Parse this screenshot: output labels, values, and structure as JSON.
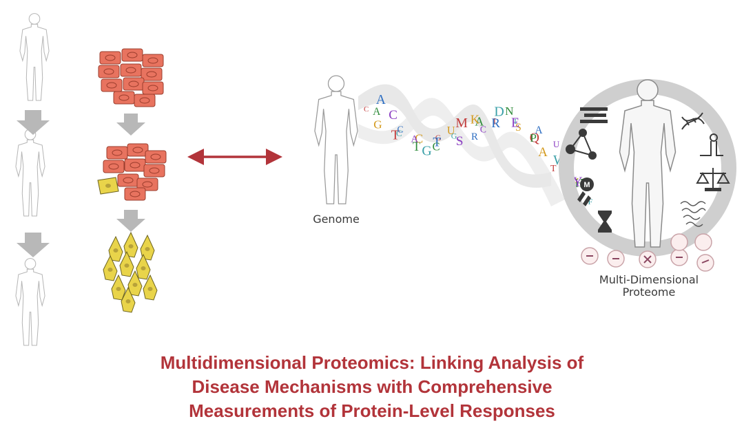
{
  "labels": {
    "genome": "Genome",
    "proteome_line1": "Multi-Dimensional",
    "proteome_line2": "Proteome"
  },
  "title": {
    "line1": "Multidimensional Proteomics: Linking Analysis of",
    "line2": "Disease Mechanisms with Comprehensive",
    "line3": "Measurements of Protein-Level Responses"
  },
  "dna_letters": [
    "C",
    "A",
    "A",
    "G",
    "C",
    "C",
    "T",
    "C",
    "T",
    "C",
    "A",
    "G",
    "G",
    "T",
    "C",
    "U",
    "S",
    "G",
    "M",
    "R",
    "A",
    "K",
    "C",
    "D",
    "I",
    "R",
    "N",
    "S",
    "E",
    "I",
    "Q",
    "A",
    "P",
    "A",
    "U",
    "W",
    "T",
    "L",
    "H",
    "V",
    "Y",
    "F"
  ],
  "colors": {
    "title": "#b2343a",
    "arrow": "#b2343a",
    "ring": "#cfcfcf",
    "cell_red": "#e8735f",
    "cell_yellow": "#e9d44a"
  },
  "icons": [
    "bar-lines-icon",
    "network-icon",
    "m-badge-icon",
    "hourglass-icon",
    "dna-helix-icon",
    "rna-hairpin-icon",
    "balance-scale-icon",
    "protein-structure-icon",
    "cell-icon"
  ]
}
